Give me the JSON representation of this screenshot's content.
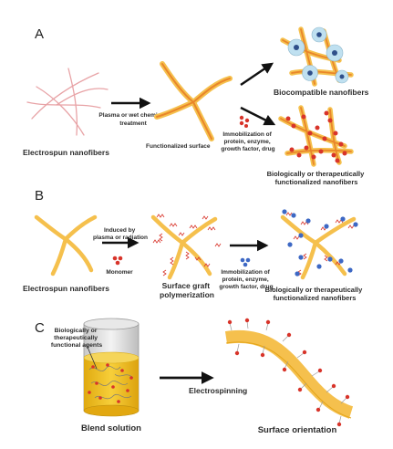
{
  "panels": {
    "a": {
      "letter": "A",
      "source_label": "Electrospun nanofibers",
      "process_label": [
        "Plasma or wet chemical",
        "treatment"
      ],
      "functionalized_label": "Functionalized surface",
      "immobilization_label": [
        "Immobilization of",
        "protein, enzyme,",
        "growth factor, drug"
      ],
      "biocompatible_label": "Biocompatible nanofibers",
      "functionalized_result_label": [
        "Biologically or therapeutically",
        "functionalized nanofibers"
      ]
    },
    "b": {
      "letter": "B",
      "source_label": "Electrospun nanofibers",
      "induced_label": [
        "Induced by",
        "plasma or radiation"
      ],
      "monomer_label": "Monomer",
      "graft_label": [
        "Surface graft",
        "polymerization"
      ],
      "immobilization_label": [
        "Immobilization of",
        "protein, enzyme,",
        "growth factor, drug"
      ],
      "result_label": [
        "Biologically or therapeutically",
        "functionalized nanofibers"
      ]
    },
    "c": {
      "letter": "C",
      "agents_label": [
        "Biologically or",
        "therapeutically",
        "functional agents"
      ],
      "process_label": "Electrospinning",
      "blend_label": "Blend solution",
      "orientation_label": "Surface orientation"
    }
  },
  "colors": {
    "fiber_pink": "#e8a3a6",
    "fiber_yellow": "#f5c04d",
    "fiber_orange": "#e9862a",
    "red_particle": "#d8342a",
    "blue_particle": "#3d68c4",
    "cell_blue": "#bfe0f0",
    "solution_yellow": "#f2c11c"
  }
}
